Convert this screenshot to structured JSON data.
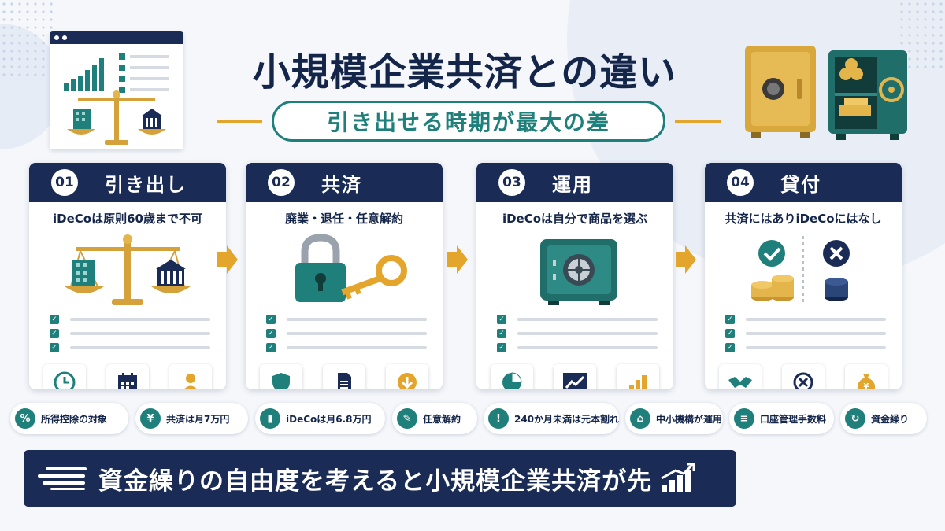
{
  "header": {
    "title": "小規模企業共済との違い",
    "subtitle": "引き出せる時期が最大の差"
  },
  "cards": [
    {
      "number": "01",
      "title": "引き出し",
      "description": "iDeCoは原則60歳まで不可",
      "illustration": "scale-icon",
      "icons": [
        "clock-icon",
        "calendar-icon",
        "person-icon"
      ]
    },
    {
      "number": "02",
      "title": "共済",
      "description": "廃業・退任・任意解約",
      "illustration": "padlock-key-icon",
      "icons": [
        "shield-icon",
        "document-icon",
        "download-icon"
      ]
    },
    {
      "number": "03",
      "title": "運用",
      "description": "iDeCoは自分で商品を選ぶ",
      "illustration": "safe-icon",
      "icons": [
        "pie-chart-icon",
        "line-chart-icon",
        "bar-chart-icon"
      ]
    },
    {
      "number": "04",
      "title": "貸付",
      "description": "共済にはありiDeCoにはなし",
      "illustration": "check-cross-coins-icon",
      "icons": [
        "handshake-icon",
        "circle-x-icon",
        "money-bag-icon"
      ]
    }
  ],
  "chips": [
    {
      "icon": "percent-icon",
      "glyph": "%",
      "label": "所得控除の対象"
    },
    {
      "icon": "yen-icon",
      "glyph": "¥",
      "label": "共済は月7万円"
    },
    {
      "icon": "bar-chart-icon",
      "glyph": "▮",
      "label": "iDeCoは月6.8万円"
    },
    {
      "icon": "edit-document-icon",
      "glyph": "✎",
      "label": "任意解約"
    },
    {
      "icon": "warning-icon",
      "glyph": "!",
      "label": "240か月未満は元本割れ"
    },
    {
      "icon": "bank-icon",
      "glyph": "⌂",
      "label": "中小機構が運用"
    },
    {
      "icon": "document-icon",
      "glyph": "≡",
      "label": "口座管理手数料"
    },
    {
      "icon": "refresh-icon",
      "glyph": "↻",
      "label": "資金繰り"
    }
  ],
  "banner": {
    "text": "資金繰りの自由度を考えると小規模企業共済が先"
  },
  "colors": {
    "navy": "#1a2b55",
    "teal": "#1f7f7a",
    "gold": "#e3a52b"
  }
}
